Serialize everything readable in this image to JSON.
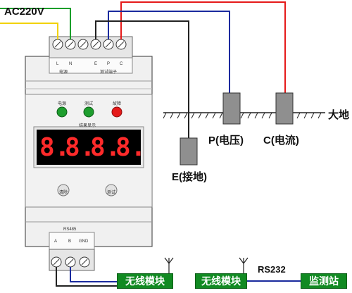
{
  "labels": {
    "ac220v": "AC220V",
    "rs232": "RS232",
    "dadi": "大地",
    "e_ground": "E(接地)",
    "p_voltage": "P(电压)",
    "c_current": "C(电流)"
  },
  "device": {
    "terminals_top": [
      "L",
      "N",
      "E",
      "P",
      "C"
    ],
    "top_group_labels": [
      "电源",
      "测试端子"
    ],
    "indicators": [
      "电源",
      "测试",
      "故障"
    ],
    "display_caption": "结果显示",
    "display_digits": [
      "8.",
      "8.",
      "8.",
      "8."
    ],
    "button_labels": [
      "清除",
      "测试"
    ],
    "bottom_header": "RS485",
    "terminals_bottom": [
      "A",
      "B",
      "GND"
    ]
  },
  "modules": {
    "wireless_module_1": "无线模块",
    "wireless_module_2": "无线模块",
    "monitoring_station": "监测站"
  },
  "colors": {
    "indicator_power": "#1e9e2e",
    "indicator_test": "#1e9e2e",
    "indicator_fault": "#e51a1a",
    "wire_yellow": "#f2d200",
    "wire_green": "#1a9e2a",
    "wire_blue": "#1a2a9e",
    "wire_red": "#e51a1a",
    "wire_black": "#222222",
    "module_green": "#118a22",
    "digit_red": "#ff2a2a"
  }
}
